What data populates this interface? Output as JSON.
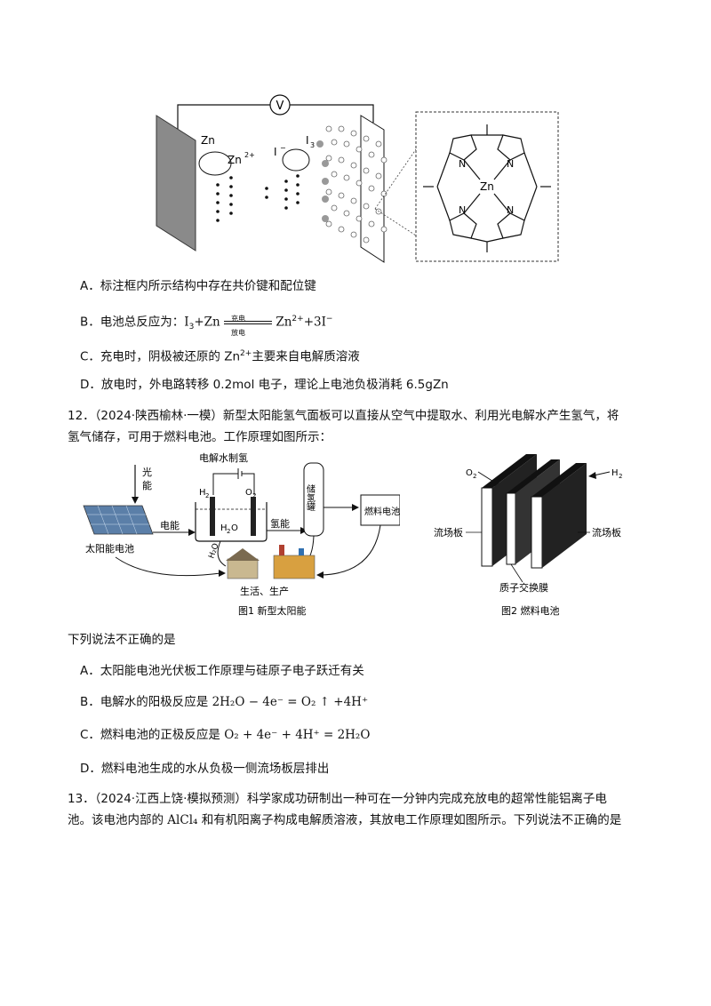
{
  "q11": {
    "figure": {
      "voltmeter": "V",
      "zn": "Zn",
      "zn2": "Zn",
      "zn2_charge": "2+",
      "iodide": "I",
      "iodide_charge": "−",
      "triiodide": "I",
      "triiodide_sub": "3",
      "center_metal": "Zn",
      "n_label": "N"
    },
    "options": {
      "a": "A．标注框内所示结构中存在共价键和配位键",
      "b_prefix": "B．电池总反应为：",
      "b_eq_left": "I",
      "b_eq_left_sub": "3",
      "b_eq_left_rest": "+Zn",
      "b_arrow_top": "充电",
      "b_arrow_bottom": "放电",
      "b_eq_right": "Zn",
      "b_eq_right_sup": "2+",
      "b_eq_right_rest": "+3I",
      "b_eq_right_rest_sup": "−",
      "c_prefix": "C．充电时，阴极被还原的 Zn",
      "c_sup": "2+",
      "c_suffix": "主要来自电解质溶液",
      "d": "D．放电时，外电路转移 0.2mol 电子，理论上电池负极消耗 6.5gZn"
    }
  },
  "q12": {
    "stem_line1": "12．（2024·陕西榆林·一模）新型太阳能氢气面板可以直接从空气中提取水、利用光电解水产生氢气，将",
    "stem_line2": "氢气储存，可用于燃料电池。工作原理如图所示：",
    "fig1": {
      "light": "光",
      "light2": "能",
      "electrolysis": "电解水制氢",
      "h2": "H",
      "h2_sub": "2",
      "o2": "O",
      "o2_sub": "2",
      "h2o": "H",
      "h2o_sub": "2",
      "h2o_rest": "O",
      "electric_energy": "电能",
      "hydrogen_energy": "氢能",
      "storage": "储氢罐",
      "fuel_cell": "燃料电池",
      "solar_cell": "太阳能电池",
      "life": "生活、生产",
      "h2o_arrow": "H₂O",
      "caption": "图1 新型太阳能"
    },
    "fig2": {
      "o2": "O",
      "o2_sub": "2",
      "h2": "H",
      "h2_sub": "2",
      "flow_left": "流场板",
      "flow_right": "流场板",
      "membrane": "质子交换膜",
      "caption": "图2 燃料电池"
    },
    "question": "下列说法不正确的是",
    "options": {
      "a": "A．太阳能电池光伏板工作原理与硅原子电子跃迁有关",
      "b_prefix": "B．电解水的阳极反应是 ",
      "b_eq": "2H₂O − 4e⁻ = O₂ ↑ +4H⁺",
      "c_prefix": "C．燃料电池的正极反应是 ",
      "c_eq": "O₂ + 4e⁻ + 4H⁺ = 2H₂O",
      "d": "D．燃料电池生成的水从负极一侧流场板层排出"
    }
  },
  "q13": {
    "stem_line1": "13．（2024·江西上饶·模拟预测）科学家成功研制出一种可在一分钟内完成充放电的超常性能铝离子电",
    "stem_line2_a": "池。该电池内部的 ",
    "stem_line2_chem": "AlCl₄",
    "stem_line2_b": " 和有机阳离子构成电解质溶液，其放电工作原理如图所示。下列说法不正确的是"
  }
}
